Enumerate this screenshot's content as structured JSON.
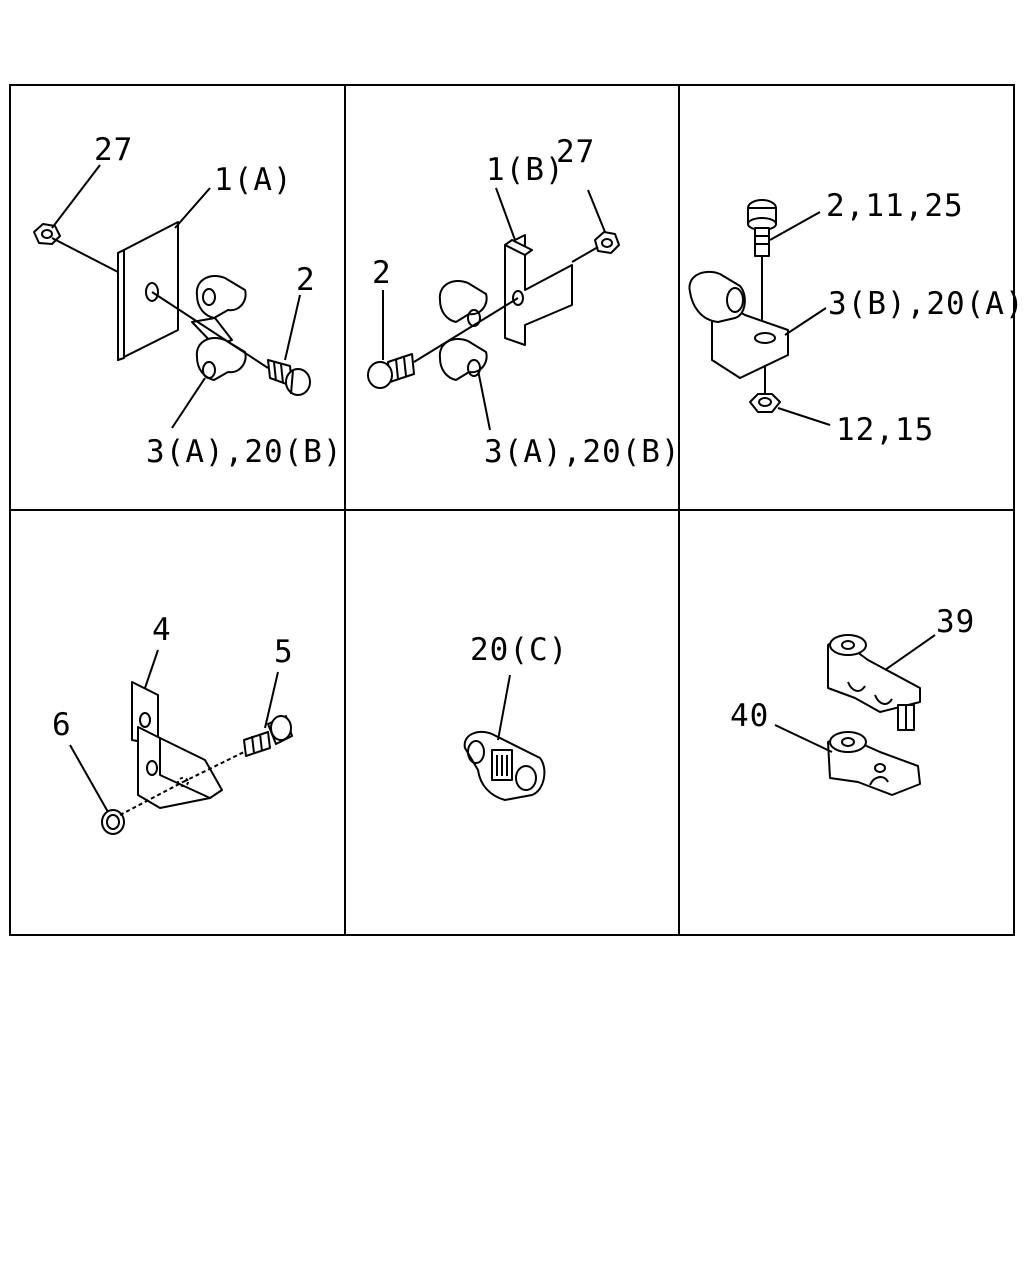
{
  "panels": [
    {
      "labels": [
        "27",
        "1(A)",
        "2",
        "3(A),20(B)"
      ]
    },
    {
      "labels": [
        "1(B)",
        "27",
        "2",
        "3(A),20(B)"
      ]
    },
    {
      "labels": [
        "2,11,25",
        "3(B),20(A)",
        "12,15"
      ]
    },
    {
      "labels": [
        "4",
        "5",
        "6"
      ]
    },
    {
      "labels": [
        "20(C)"
      ]
    },
    {
      "labels": [
        "39",
        "40"
      ]
    }
  ]
}
